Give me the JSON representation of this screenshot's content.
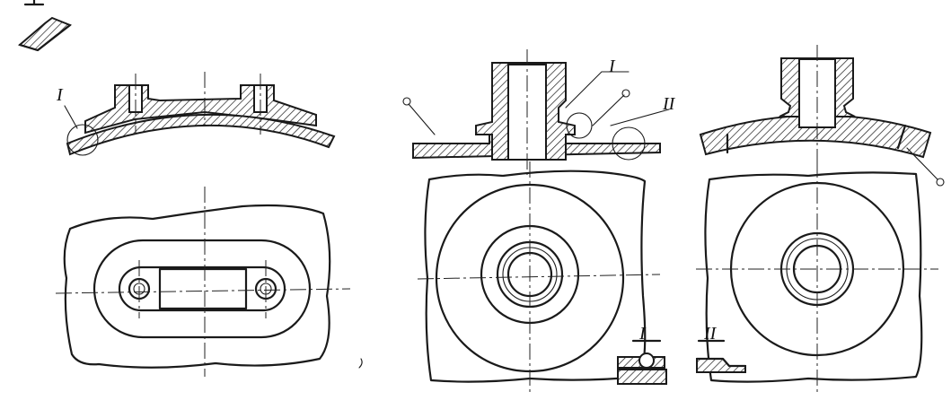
{
  "labels": {
    "detail_left": "I",
    "detail_mid_1": "I",
    "detail_mid_2": "II",
    "detail_bottom_1": "I",
    "detail_bottom_2": "II"
  },
  "colors": {
    "ink": "#1a1a1a",
    "paper": "#ffffff"
  }
}
